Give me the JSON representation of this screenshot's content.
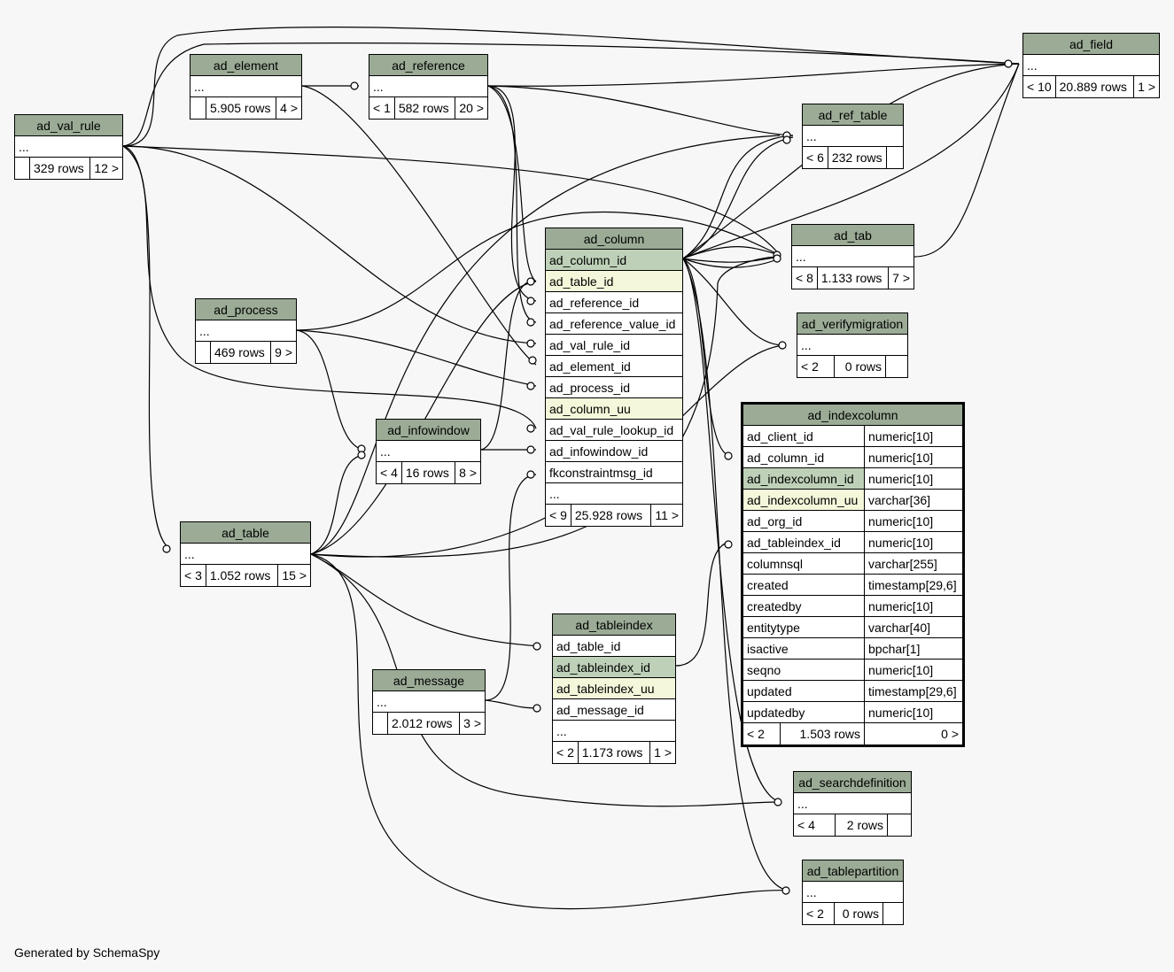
{
  "footer": "Generated by SchemaSpy",
  "tables": {
    "ad_val_rule": {
      "name": "ad_val_rule",
      "rows": [
        "..."
      ],
      "stats": [
        "",
        "329 rows",
        "12 >"
      ]
    },
    "ad_element": {
      "name": "ad_element",
      "rows": [
        "..."
      ],
      "stats": [
        "",
        "5.905 rows",
        "4 >"
      ]
    },
    "ad_reference": {
      "name": "ad_reference",
      "rows": [
        "..."
      ],
      "stats": [
        "< 1",
        "582 rows",
        "20 >"
      ]
    },
    "ad_field": {
      "name": "ad_field",
      "rows": [
        "..."
      ],
      "stats": [
        "< 10",
        "20.889 rows",
        "1 >"
      ]
    },
    "ad_ref_table": {
      "name": "ad_ref_table",
      "rows": [
        "..."
      ],
      "stats": [
        "< 6",
        "232 rows",
        ""
      ]
    },
    "ad_tab": {
      "name": "ad_tab",
      "rows": [
        "..."
      ],
      "stats": [
        "< 8",
        "1.133 rows",
        "7 >"
      ]
    },
    "ad_verifymigration": {
      "name": "ad_verifymigration",
      "rows": [
        "..."
      ],
      "stats": [
        "< 2",
        "0 rows",
        ""
      ]
    },
    "ad_process": {
      "name": "ad_process",
      "rows": [
        "..."
      ],
      "stats": [
        "",
        "469 rows",
        "9 >"
      ]
    },
    "ad_infowindow": {
      "name": "ad_infowindow",
      "rows": [
        "..."
      ],
      "stats": [
        "< 4",
        "16 rows",
        "8 >"
      ]
    },
    "ad_table": {
      "name": "ad_table",
      "rows": [
        "..."
      ],
      "stats": [
        "< 3",
        "1.052 rows",
        "15 >"
      ]
    },
    "ad_message": {
      "name": "ad_message",
      "rows": [
        "..."
      ],
      "stats": [
        "",
        "2.012 rows",
        "3 >"
      ]
    },
    "ad_column": {
      "name": "ad_column",
      "rows": [
        "ad_column_id",
        "ad_table_id",
        "ad_reference_id",
        "ad_reference_value_id",
        "ad_val_rule_id",
        "ad_element_id",
        "ad_process_id",
        "ad_column_uu",
        "ad_val_rule_lookup_id",
        "ad_infowindow_id",
        "fkconstraintmsg_id",
        "..."
      ],
      "stats": [
        "< 9",
        "25.928 rows",
        "11 >"
      ]
    },
    "ad_tableindex": {
      "name": "ad_tableindex",
      "rows": [
        "ad_table_id",
        "ad_tableindex_id",
        "ad_tableindex_uu",
        "ad_message_id",
        "..."
      ],
      "stats": [
        "< 2",
        "1.173 rows",
        "1 >"
      ]
    },
    "ad_searchdefinition": {
      "name": "ad_searchdefinition",
      "rows": [
        "..."
      ],
      "stats": [
        "< 4",
        "2 rows",
        ""
      ]
    },
    "ad_tablepartition": {
      "name": "ad_tablepartition",
      "rows": [
        "..."
      ],
      "stats": [
        "< 2",
        "0 rows",
        ""
      ]
    },
    "ad_indexcolumn": {
      "name": "ad_indexcolumn",
      "columns": [
        {
          "name": "ad_client_id",
          "type": "numeric[10]"
        },
        {
          "name": "ad_column_id",
          "type": "numeric[10]"
        },
        {
          "name": "ad_indexcolumn_id",
          "type": "numeric[10]"
        },
        {
          "name": "ad_indexcolumn_uu",
          "type": "varchar[36]"
        },
        {
          "name": "ad_org_id",
          "type": "numeric[10]"
        },
        {
          "name": "ad_tableindex_id",
          "type": "numeric[10]"
        },
        {
          "name": "columnsql",
          "type": "varchar[255]"
        },
        {
          "name": "created",
          "type": "timestamp[29,6]"
        },
        {
          "name": "createdby",
          "type": "numeric[10]"
        },
        {
          "name": "entitytype",
          "type": "varchar[40]"
        },
        {
          "name": "isactive",
          "type": "bpchar[1]"
        },
        {
          "name": "seqno",
          "type": "numeric[10]"
        },
        {
          "name": "updated",
          "type": "timestamp[29,6]"
        },
        {
          "name": "updatedby",
          "type": "numeric[10]"
        }
      ],
      "stats": [
        "< 2",
        "1.503 rows",
        "0 >"
      ]
    }
  },
  "colors": {
    "header": "#9bab96",
    "primary_key": "#bed1b8",
    "unique": "#f4f7da",
    "background": "#f7f7f7"
  }
}
